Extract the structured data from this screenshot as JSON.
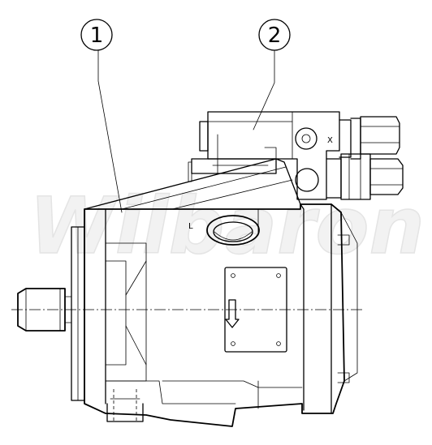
{
  "callouts": [
    {
      "number": "1"
    },
    {
      "number": "2"
    }
  ],
  "port_label": "L",
  "port_label_x": "X",
  "watermark": "Wilbaron"
}
